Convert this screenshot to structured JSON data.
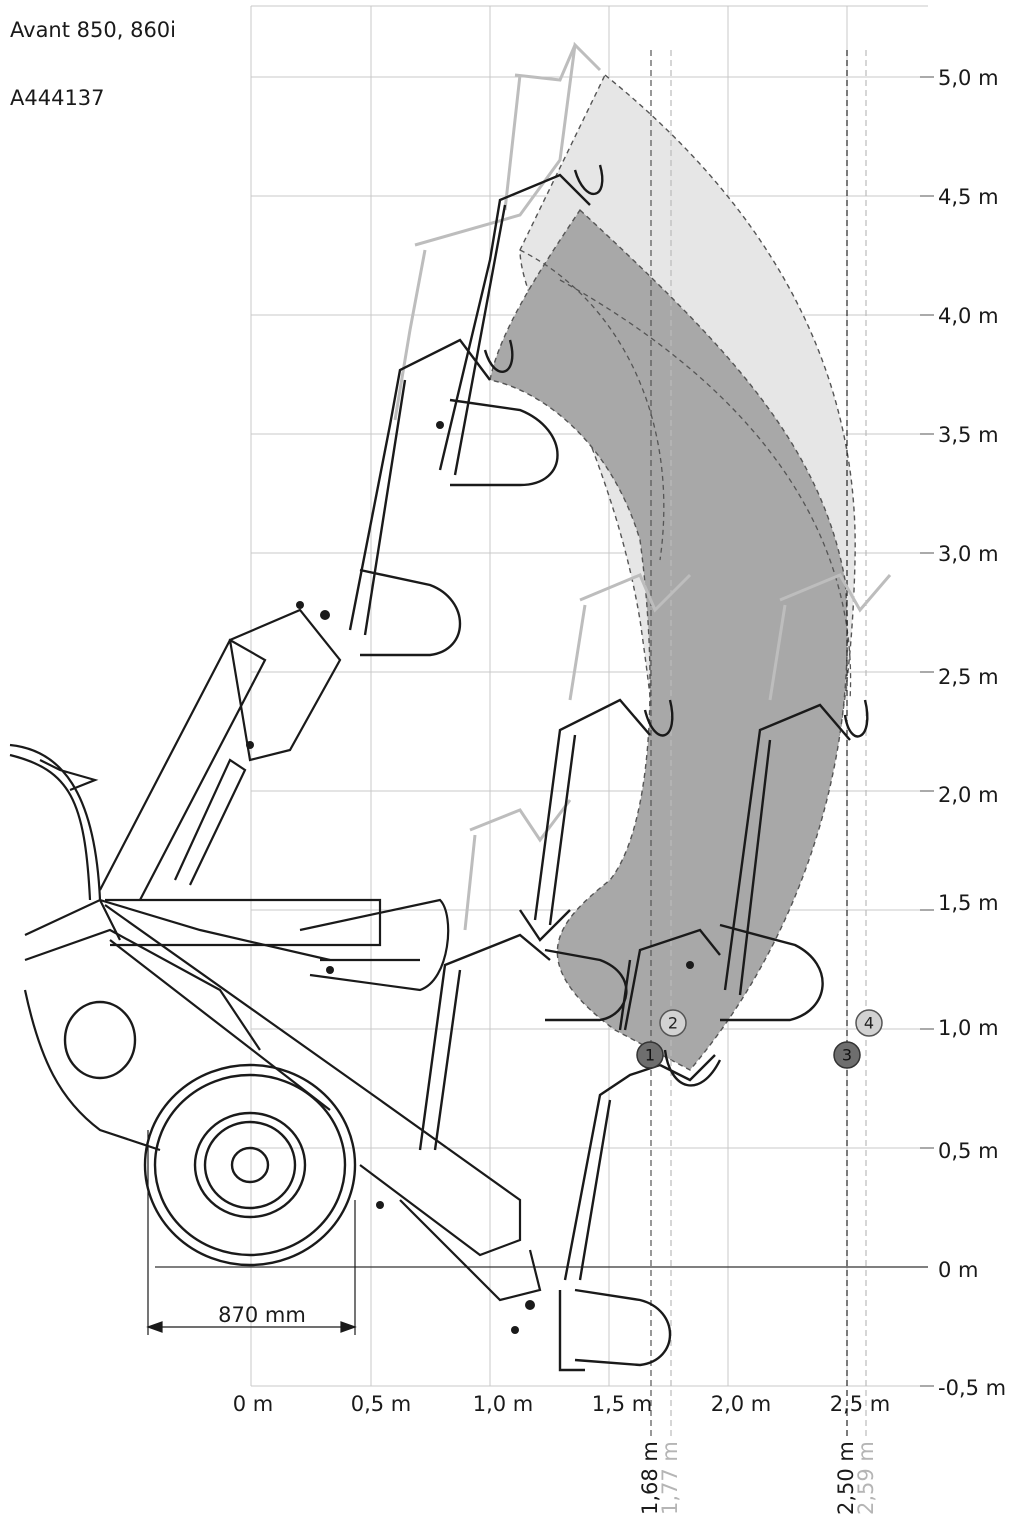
{
  "header": {
    "model": "Avant 850, 860i",
    "code": "A444137"
  },
  "axes": {
    "y_ticks": [
      "5,0 m",
      "4,5 m",
      "4,0 m",
      "3,5 m",
      "3,0 m",
      "2,5 m",
      "2,0 m",
      "1,5 m",
      "1,0 m",
      "0,5 m",
      "0 m",
      "-0,5 m"
    ],
    "x_ticks": [
      "0 m",
      "0,5 m",
      "1,0 m",
      "1,5 m",
      "2,0 m",
      "2,5 m"
    ]
  },
  "dimension": {
    "label": "870 mm"
  },
  "markers": [
    {
      "label": "1",
      "style": "dark"
    },
    {
      "label": "2",
      "style": "light"
    },
    {
      "label": "3",
      "style": "dark"
    },
    {
      "label": "4",
      "style": "light"
    }
  ],
  "reach_labels": [
    {
      "text": "1,68 m",
      "color": "#1a1a1a"
    },
    {
      "text": "1,77 m",
      "color": "#b5b5b5"
    },
    {
      "text": "2,50 m",
      "color": "#1a1a1a"
    },
    {
      "text": "2,59 m",
      "color": "#b5b5b5"
    }
  ],
  "colors": {
    "light_zone": "#e6e6e6",
    "dark_zone": "#a8a8a8",
    "marker_dark": "#6e6e6e",
    "marker_light": "#d2d2d2"
  }
}
